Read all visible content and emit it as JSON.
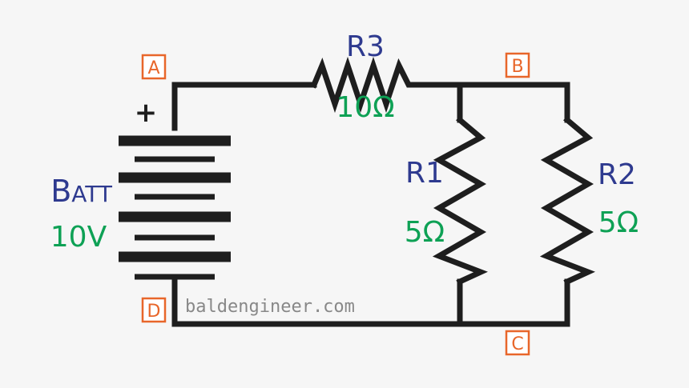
{
  "nodes": {
    "a": "A",
    "b": "B",
    "c": "C",
    "d": "D"
  },
  "battery": {
    "name": "BATT",
    "voltage": "10V",
    "polarity": "+"
  },
  "resistors": {
    "r3": {
      "name": "R3",
      "value": "10Ω"
    },
    "r1": {
      "name": "R1",
      "value": "5Ω"
    },
    "r2": {
      "name": "R2",
      "value": "5Ω"
    }
  },
  "watermark": "baldengineer.com",
  "colors": {
    "wire": "#1e1e1e",
    "node": "#e8662a",
    "name": "#2e3a8f",
    "value": "#0ea155",
    "background": "#f6f6f6"
  }
}
